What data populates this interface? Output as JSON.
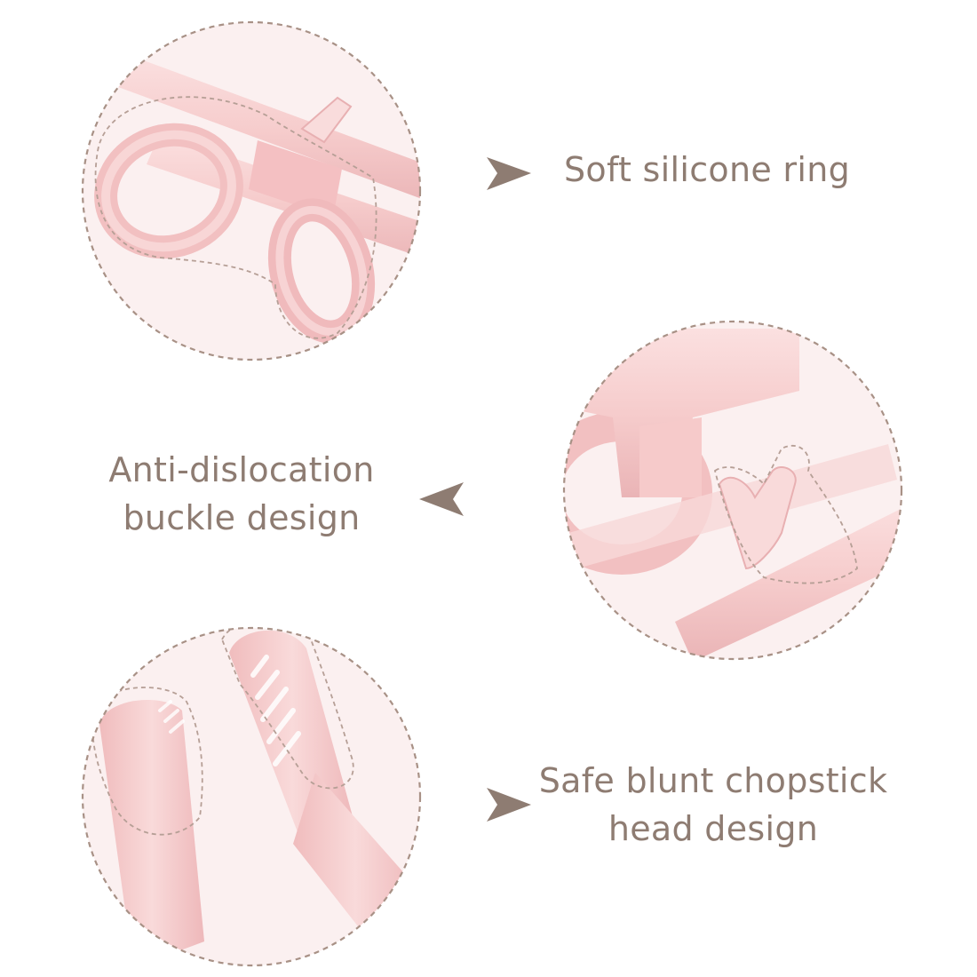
{
  "features": [
    {
      "lines": [
        "Soft silicone ring"
      ],
      "arrow": "right"
    },
    {
      "lines": [
        "Anti-dislocation",
        "buckle design"
      ],
      "arrow": "left"
    },
    {
      "lines": [
        "Safe blunt chopstick",
        "head design"
      ],
      "arrow": "right"
    }
  ],
  "colors": {
    "text": "#8e7c72",
    "arrow": "#8e7c72",
    "circle_border": "#a89186",
    "silicone_pink": "#f6cccc",
    "silicone_shadow": "#e8aeb0",
    "background": "#ffffff"
  },
  "icons": [
    "arrow-right-icon",
    "arrow-left-icon"
  ]
}
